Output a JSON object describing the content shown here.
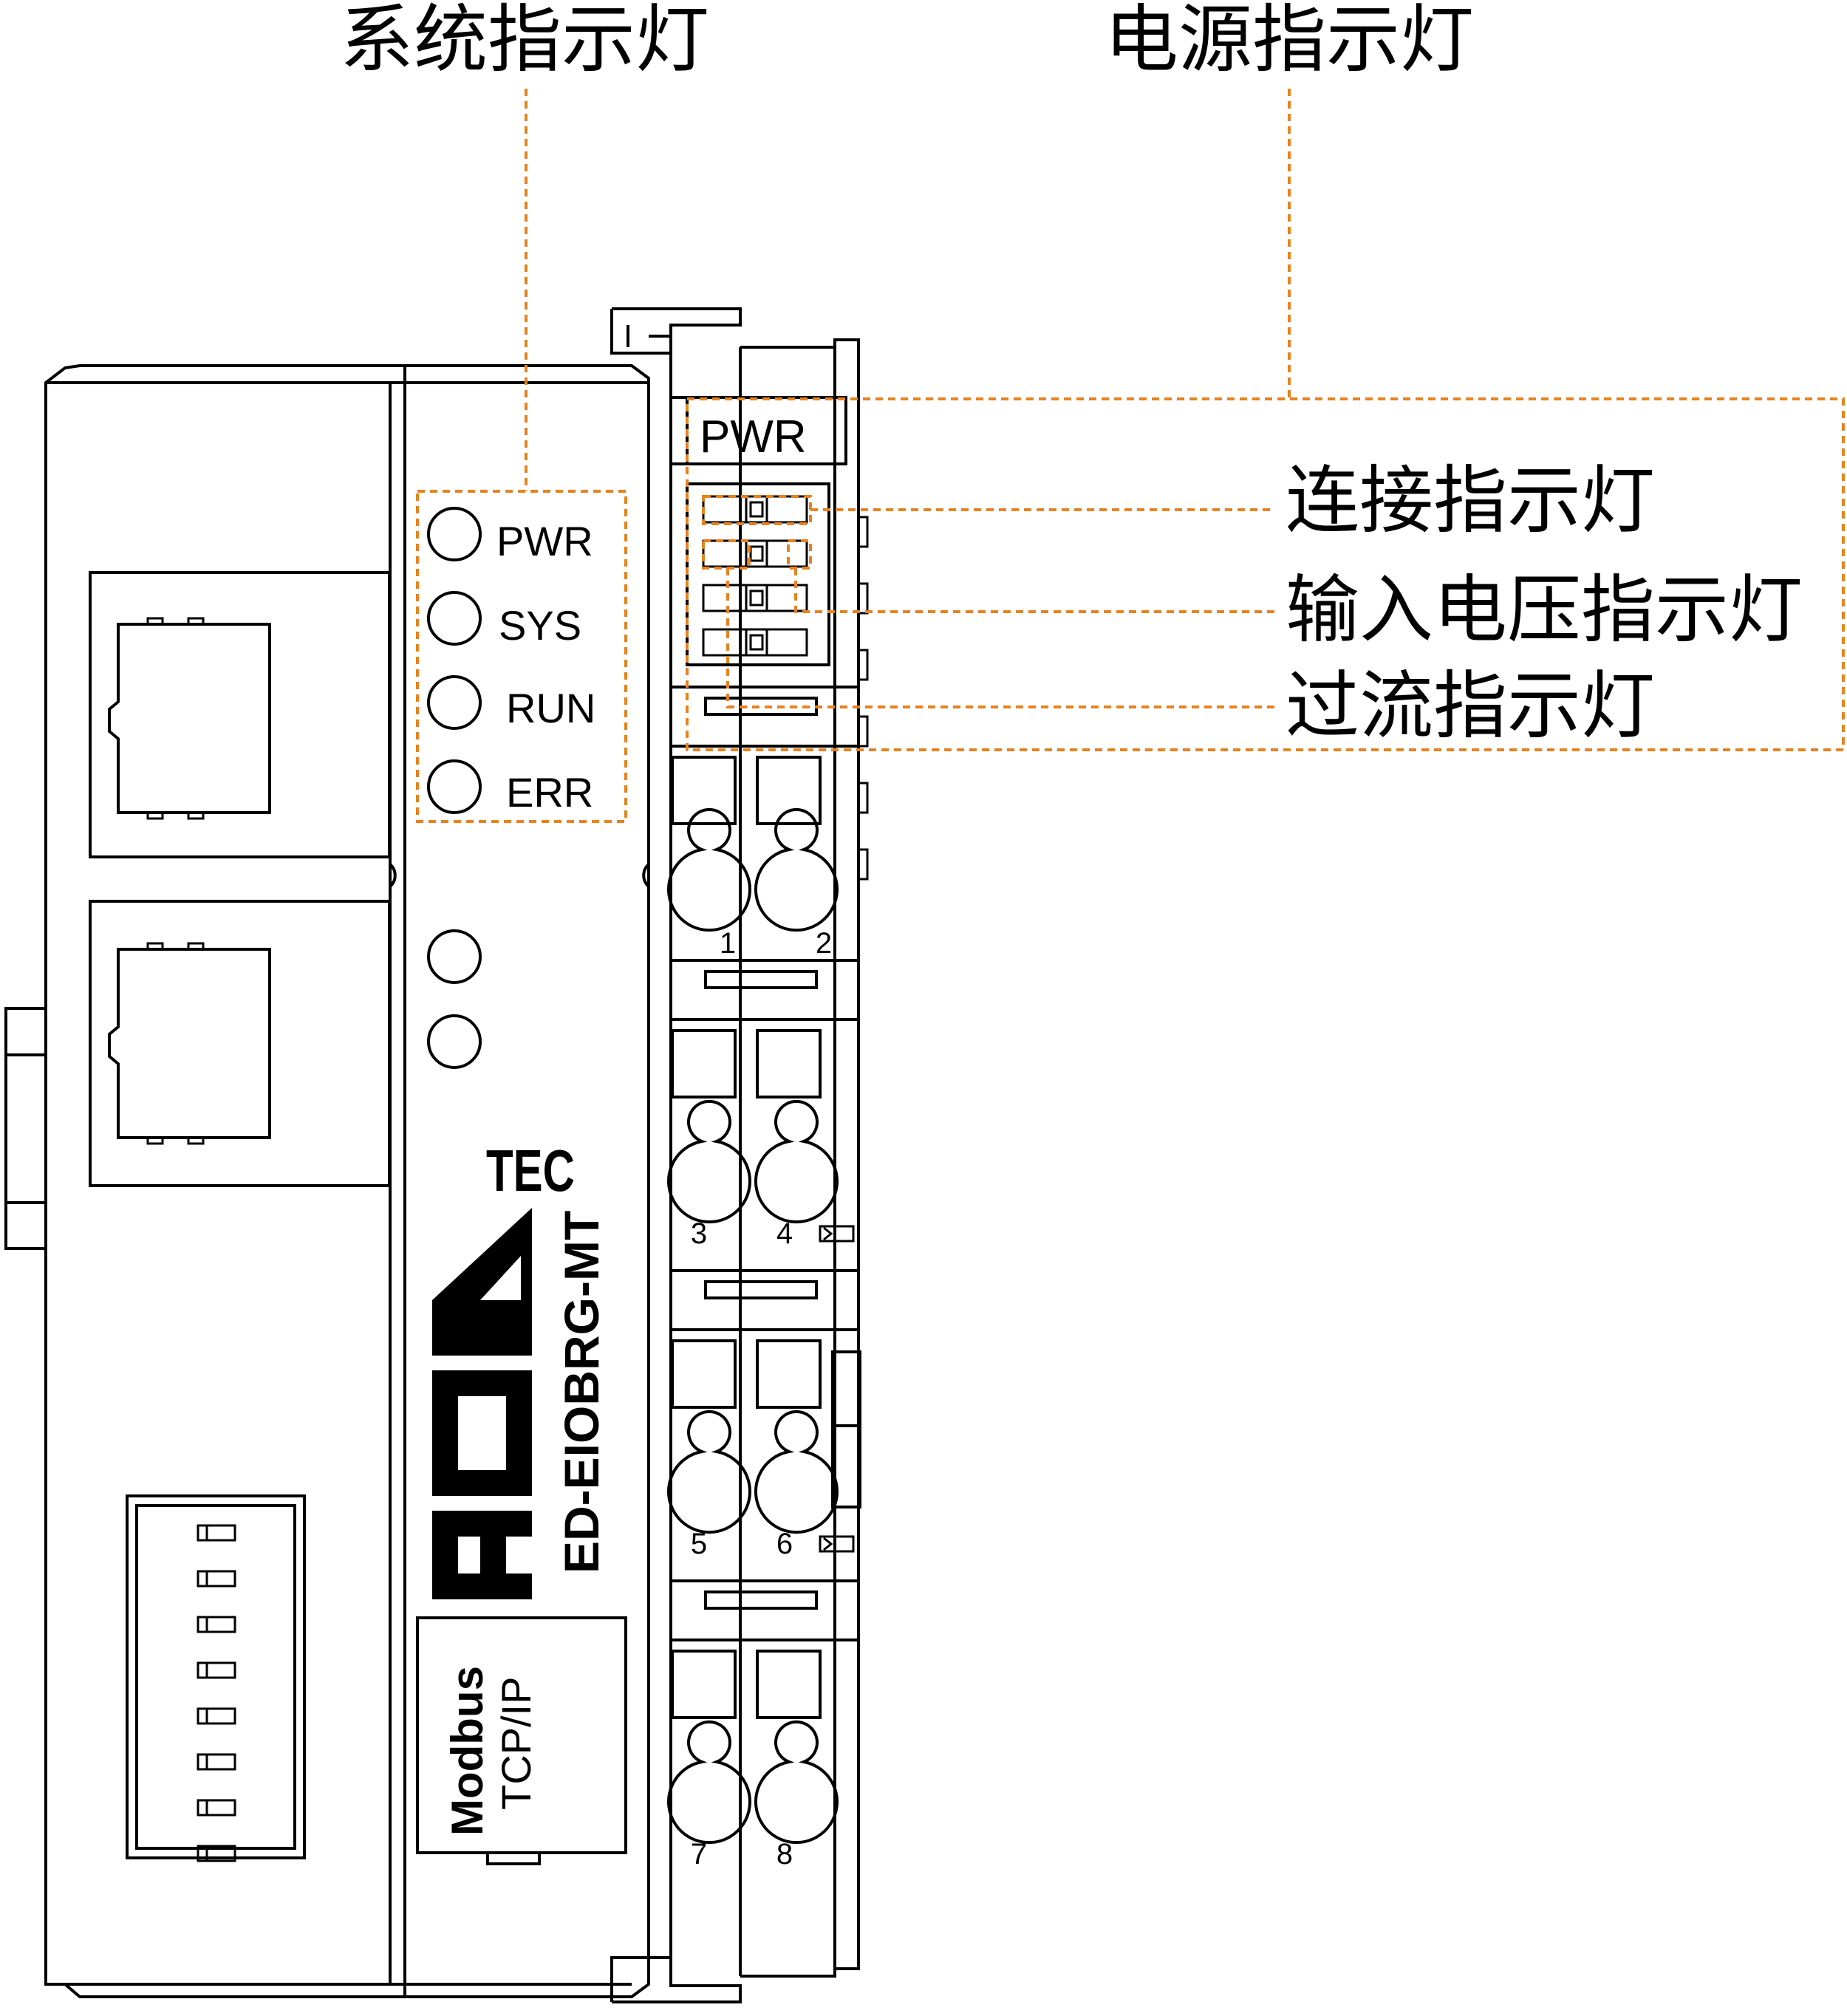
{
  "callouts": {
    "system_leds": "系统指示灯",
    "power_leds": "电源指示灯",
    "connection_led": "连接指示灯",
    "input_voltage_led": "输入电压指示灯",
    "overcurrent_led": "过流指示灯"
  },
  "status_leds": {
    "pwr": "PWR",
    "sys": "SYS",
    "run": "RUN",
    "err": "ERR"
  },
  "power_module_label": "PWR",
  "brand": {
    "tec": "TEC",
    "model": "ED-EIOBRG-MT"
  },
  "protocol": {
    "line1": "Modbus",
    "line2": "TCP/IP"
  },
  "terminals": [
    "1",
    "2",
    "3",
    "4",
    "5",
    "6",
    "7",
    "8"
  ],
  "colors": {
    "accent": "#e8821e",
    "outline": "#000000"
  }
}
